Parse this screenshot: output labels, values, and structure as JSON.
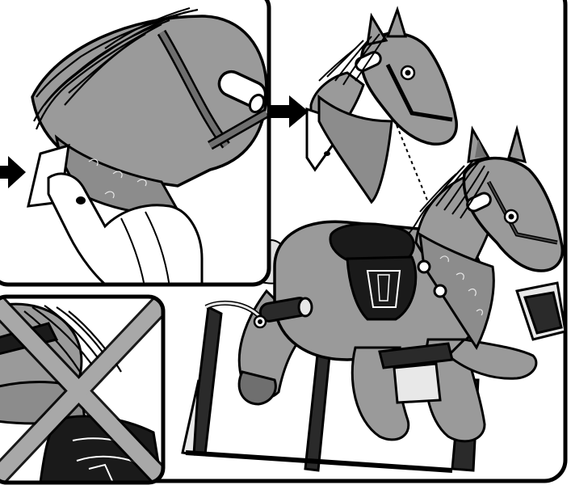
{
  "scene": {
    "kind": "assembly-instruction-illustration",
    "panels": {
      "top_left": "attach-head-closeup",
      "bottom_left": "incorrect-method-crossed-out",
      "right": "assembled-rocking-horse"
    },
    "arrows": [
      "right-arrow",
      "right-arrow"
    ],
    "dotted_connector": true,
    "colors": {
      "outline": "#000000",
      "panel_bg": "#ffffff",
      "horse_body": "#9a9a9a",
      "horse_dark": "#6f6f6f",
      "bandana": "#8c8c8c",
      "saddle": "#1a1a1a",
      "frame_dark": "#2a2a2a",
      "frame_light": "#e8e8e8",
      "cross_mark": "#a8a8a8",
      "bolt": "#ffffff"
    }
  }
}
